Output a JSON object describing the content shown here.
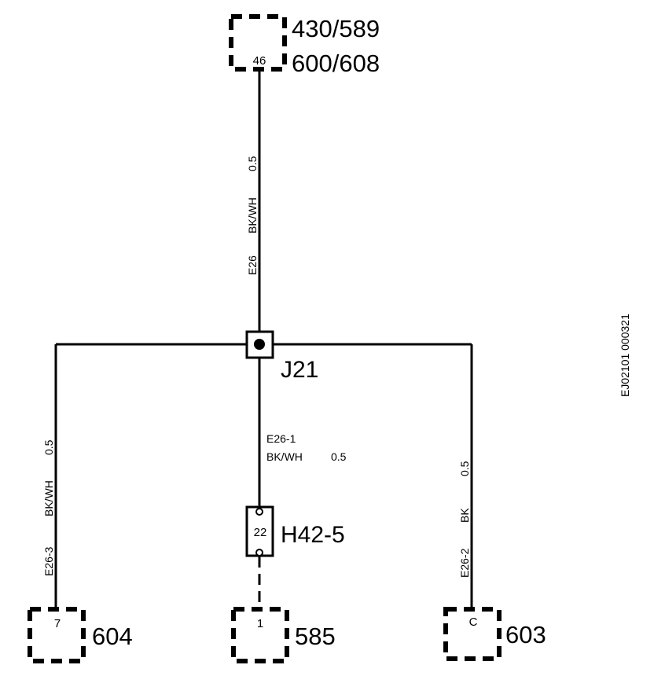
{
  "connectors": {
    "top": {
      "label_a": "430/589",
      "label_b": "600/608",
      "pin": "46"
    },
    "left": {
      "label": "604",
      "pin": "7"
    },
    "middle": {
      "label": "585",
      "pin": "1"
    },
    "right": {
      "label": "603",
      "pin": "C"
    }
  },
  "splice": {
    "label": "J21"
  },
  "inline_connector": {
    "label": "H42-5",
    "pin": "22"
  },
  "wires": {
    "main": {
      "circuit": "E26",
      "color": "BK/WH",
      "size": "0.5"
    },
    "center": {
      "circuit": "E26-1",
      "color": "BK/WH",
      "size": "0.5"
    },
    "left": {
      "circuit": "E26-3",
      "color": "BK/WH",
      "size": "0.5"
    },
    "right": {
      "circuit": "E26-2",
      "color": "BK",
      "size": "0.5"
    }
  },
  "drawing_id": "EJ02101 000321"
}
